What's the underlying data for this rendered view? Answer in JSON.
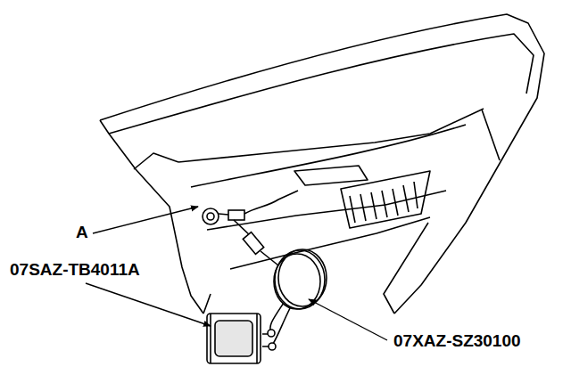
{
  "diagram": {
    "labels": [
      "A",
      "07SAZ-TB4011A",
      "07XAZ-SZ30100"
    ]
  }
}
